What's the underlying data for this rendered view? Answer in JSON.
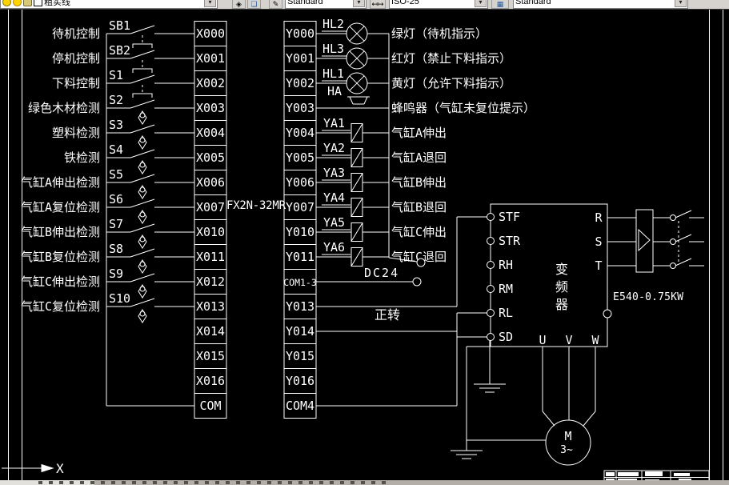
{
  "toolbar": {
    "layer_combo": "粗实线",
    "text_style_combo": "Standard",
    "dim_style_combo": "ISO-25",
    "table_style_combo": "Standard",
    "dropdown_arrow": "▾"
  },
  "plc": {
    "model": "FX2N-32MR",
    "x_terminals": [
      "X000",
      "X001",
      "X002",
      "X003",
      "X004",
      "X005",
      "X006",
      "X007",
      "X010",
      "X011",
      "X012",
      "X013",
      "X014",
      "X015",
      "X016",
      "COM"
    ],
    "y_terminals": [
      "Y000",
      "Y001",
      "Y002",
      "Y003",
      "Y004",
      "Y005",
      "Y006",
      "Y007",
      "Y010",
      "Y011",
      "COM1-3",
      "Y013",
      "Y014",
      "Y015",
      "Y016",
      "COM4"
    ]
  },
  "inputs": [
    {
      "tag": "SB1",
      "label": "待机控制",
      "type": "button"
    },
    {
      "tag": "SB2",
      "label": "停机控制",
      "type": "button"
    },
    {
      "tag": "S1",
      "label": "下料控制",
      "type": "button"
    },
    {
      "tag": "S2",
      "label": "绿色木材检测",
      "type": "sensor"
    },
    {
      "tag": "S3",
      "label": "塑料检测",
      "type": "sensor"
    },
    {
      "tag": "S4",
      "label": "铁检测",
      "type": "sensor"
    },
    {
      "tag": "S5",
      "label": "气缸A伸出检测",
      "type": "sensor"
    },
    {
      "tag": "S6",
      "label": "气缸A复位检测",
      "type": "sensor"
    },
    {
      "tag": "S7",
      "label": "气缸B伸出检测",
      "type": "sensor"
    },
    {
      "tag": "S8",
      "label": "气缸B复位检测",
      "type": "sensor"
    },
    {
      "tag": "S9",
      "label": "气缸C伸出检测",
      "type": "sensor"
    },
    {
      "tag": "S10",
      "label": "气缸C复位检测",
      "type": "sensor"
    }
  ],
  "outputs": [
    {
      "tag": "HL2",
      "symbol": "lamp",
      "label": "绿灯（待机指示）"
    },
    {
      "tag": "HL3",
      "symbol": "lamp",
      "label": "红灯（禁止下料指示）"
    },
    {
      "tag": "HL1",
      "symbol": "lamp",
      "label": "黄灯（允许下料指示）"
    },
    {
      "tag": "HA",
      "symbol": "buzzer",
      "label": "蜂鸣器（气缸未复位提示）"
    },
    {
      "tag": "YA1",
      "symbol": "valve",
      "label": "气缸A伸出"
    },
    {
      "tag": "YA2",
      "symbol": "valve",
      "label": "气缸A退回"
    },
    {
      "tag": "YA3",
      "symbol": "valve",
      "label": "气缸B伸出"
    },
    {
      "tag": "YA4",
      "symbol": "valve",
      "label": "气缸B退回"
    },
    {
      "tag": "YA5",
      "symbol": "valve",
      "label": "气缸C伸出"
    },
    {
      "tag": "YA6",
      "symbol": "valve",
      "label": "气缸C退回"
    }
  ],
  "power_label": "DC24",
  "forward_label": "正转",
  "inverter": {
    "title": "变频器",
    "left_terminals": [
      "STF",
      "STR",
      "RH",
      "RM",
      "RL",
      "SD"
    ],
    "right_labels": [
      "R",
      "S",
      "T"
    ],
    "bottom_labels": [
      "U",
      "V",
      "W"
    ],
    "model_label": "E540-0.75KW"
  },
  "motor": {
    "symbol": "M",
    "phase": "3~"
  },
  "ucs_axis_label": "X"
}
